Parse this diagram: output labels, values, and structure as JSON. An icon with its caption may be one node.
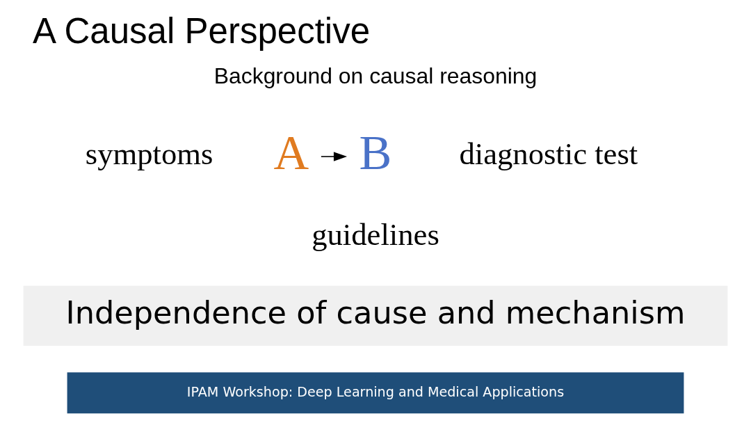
{
  "diagram": {
    "title": "A Causal Perspective",
    "nodes": [
      {
        "text": [
          "A"
        ],
        "beside": [
          "symptoms"
        ]
      },
      {
        "text": [
          "B"
        ],
        "beside": [
          "diagnostic test"
        ]
      }
    ],
    "edges": [
      {
        "from": 0,
        "to": 1,
        "arrow": "to"
      }
    ],
    "labels": [
      "Background on causal reasoning",
      "guidelines",
      "Independence of cause and mechanism",
      "IPAM Workshop: Deep Learning and Medical Applications"
    ]
  }
}
